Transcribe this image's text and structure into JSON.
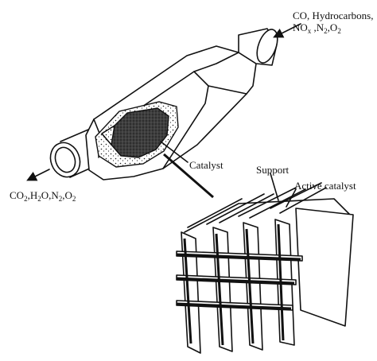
{
  "labels": {
    "inlet_line1": "CO, Hydrocarbons,",
    "inlet_no": "NO",
    "inlet_no_sub": "x",
    "inlet_n2": " ,N",
    "inlet_n2_sub": "2",
    "inlet_o2": ",O",
    "inlet_o2_sub": "2",
    "outlet_co": "CO",
    "outlet_co_sub": "2",
    "outlet_h": ",H",
    "outlet_h_sub": "2",
    "outlet_o": "O,N",
    "outlet_o_sub": "2",
    "outlet_o2": ",O",
    "outlet_o2_sub": "2",
    "catalyst": "Catalyst",
    "support": "Support",
    "active_catalyst": "Active catalyst"
  },
  "colors": {
    "ink": "#111111",
    "catalyst_fill": "#3a3a3a",
    "background": "#ffffff"
  }
}
